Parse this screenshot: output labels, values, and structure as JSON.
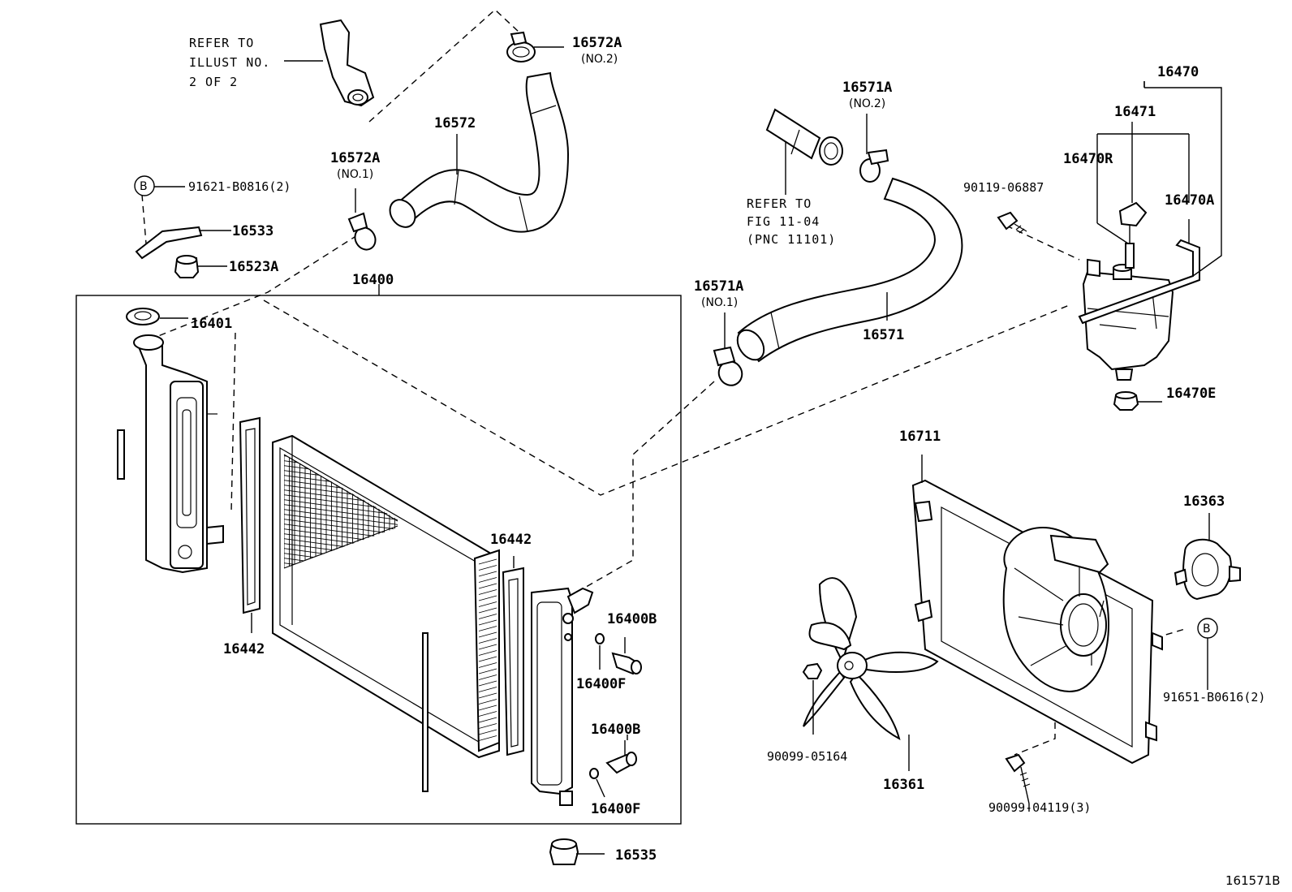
{
  "diagram": {
    "figure_code": "161571B",
    "refer_illust": [
      "REFER TO",
      "ILLUST NO.",
      "2 OF 2"
    ],
    "refer_fig": [
      "REFER TO",
      "FIG 11-04",
      "(PNC 11101)"
    ],
    "callout_b": "B",
    "labels": {
      "p16572A_top": "16572A",
      "p16572A_top_sub": "(NO.2)",
      "p16572": "16572",
      "p16572A_left": "16572A",
      "p16572A_left_sub": "(NO.1)",
      "p91621": "91621-B0816(2)",
      "p16533": "16533",
      "p16523A": "16523A",
      "p16400": "16400",
      "p16401": "16401",
      "p16442_left": "16442",
      "p16442_right": "16442",
      "p16400B_top": "16400B",
      "p16400F_top": "16400F",
      "p16400B_bottom": "16400B",
      "p16400F_bottom": "16400F",
      "p16535": "16535",
      "p16571A_top": "16571A",
      "p16571A_top_sub": "(NO.2)",
      "p16571A_left": "16571A",
      "p16571A_left_sub": "(NO.1)",
      "p16571": "16571",
      "p16470": "16470",
      "p16471": "16471",
      "p16470R": "16470R",
      "p16470A": "16470A",
      "p90119": "90119-06887",
      "p16470E": "16470E",
      "p16711": "16711",
      "p16363": "16363",
      "p91651": "91651-B0616(2)",
      "p90099_05164": "90099-05164",
      "p16361": "16361",
      "p90099_04119": "90099-04119(3)"
    }
  }
}
